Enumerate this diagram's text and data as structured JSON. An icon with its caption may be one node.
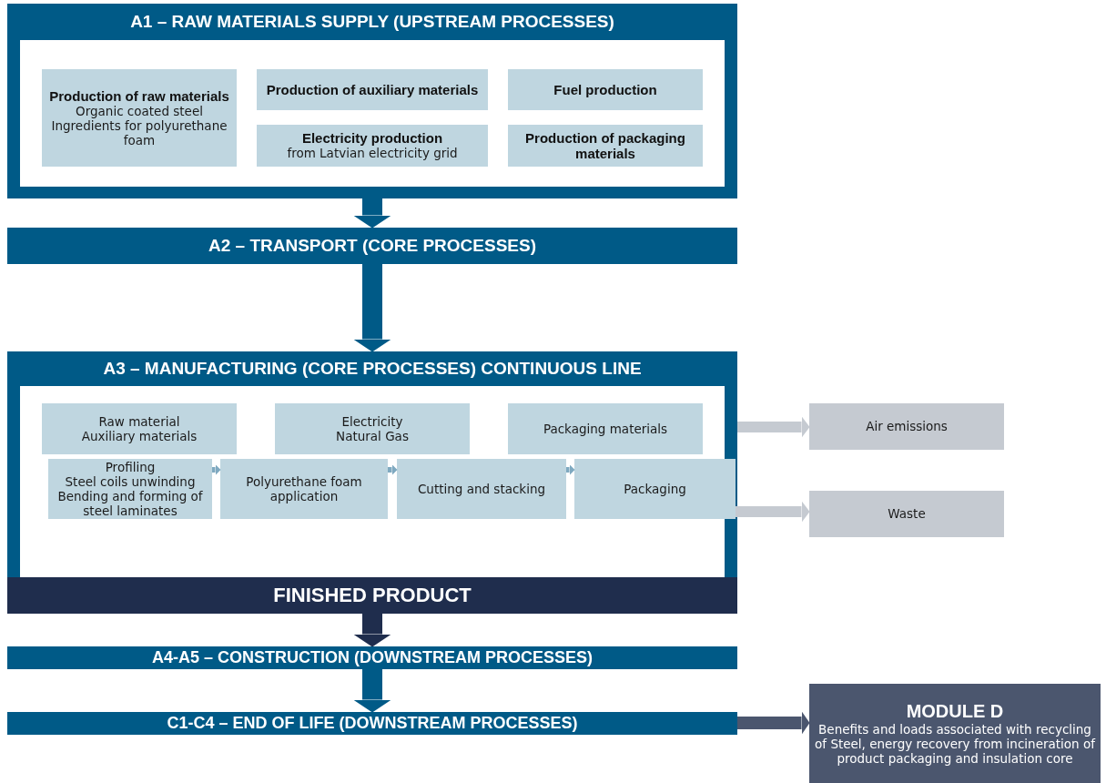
{
  "diagram": {
    "nodes": [
      {
        "text": [
          "A1 – RAW MATERIALS SUPPLY (UPSTREAM PROCESSES)"
        ]
      },
      {
        "text": [
          "Production of raw materials",
          "Organic coated steel",
          "Ingredients for polyurethane foam"
        ],
        "in": 0
      },
      {
        "text": [
          "Production of auxiliary materials"
        ],
        "in": 0
      },
      {
        "text": [
          "Fuel production"
        ],
        "in": 0
      },
      {
        "text": [
          "Electricity production",
          "from Latvian electricity grid"
        ],
        "in": 0
      },
      {
        "text": [
          "Production of packaging materials"
        ],
        "in": 0
      },
      {
        "text": [
          "A2 – TRANSPORT (CORE PROCESSES)"
        ]
      },
      {
        "text": [
          "A3 – MANUFACTURING (CORE PROCESSES) CONTINUOUS LINE"
        ]
      },
      {
        "text": [
          "Raw material",
          "Auxiliary materials"
        ],
        "in": 7
      },
      {
        "text": [
          "Electricity",
          "Natural Gas"
        ],
        "in": 7
      },
      {
        "text": [
          "Packaging materials"
        ],
        "in": 7
      },
      {
        "text": [
          "Profiling",
          "Steel coils unwinding",
          "Bending and forming of steel laminates"
        ],
        "in": 7
      },
      {
        "text": [
          "Polyurethane foam application"
        ],
        "in": 7
      },
      {
        "text": [
          "Cutting and stacking"
        ],
        "in": 7
      },
      {
        "text": [
          "Packaging"
        ],
        "in": 7
      },
      {
        "text": [
          "Air emissions"
        ]
      },
      {
        "text": [
          "Waste"
        ]
      },
      {
        "text": [
          "FINISHED PRODUCT"
        ]
      },
      {
        "text": [
          "A4-A5 – CONSTRUCTION (DOWNSTREAM PROCESSES)"
        ]
      },
      {
        "text": [
          "C1-C4 – END OF LIFE (DOWNSTREAM PROCESSES)"
        ]
      },
      {
        "text": [
          "MODULE D",
          "Benefits and loads associated with recycling of Steel, energy recovery from incineration of product packaging and insulation core"
        ]
      }
    ],
    "edges": [
      {
        "from": 0,
        "to": 6,
        "arrow": "to",
        "style": "thick"
      },
      {
        "from": 6,
        "to": 7,
        "arrow": "to",
        "style": "thick"
      },
      {
        "from": 11,
        "to": 12,
        "arrow": "to",
        "color": "#7fa9c0"
      },
      {
        "from": 12,
        "to": 13,
        "arrow": "to",
        "color": "#7fa9c0"
      },
      {
        "from": 13,
        "to": 14,
        "arrow": "to",
        "color": "#7fa9c0"
      },
      {
        "from": 7,
        "to": 15,
        "arrow": "to",
        "color": "#c5cad1"
      },
      {
        "from": 14,
        "to": 16,
        "arrow": "to",
        "color": "#c5cad1"
      },
      {
        "from": 17,
        "to": 18,
        "arrow": "to",
        "color": "#1f2d4d",
        "style": "thick"
      },
      {
        "from": 18,
        "to": 19,
        "arrow": "to",
        "style": "thick"
      },
      {
        "from": 19,
        "to": 20,
        "arrow": "to",
        "color": "#4b566e"
      }
    ]
  }
}
